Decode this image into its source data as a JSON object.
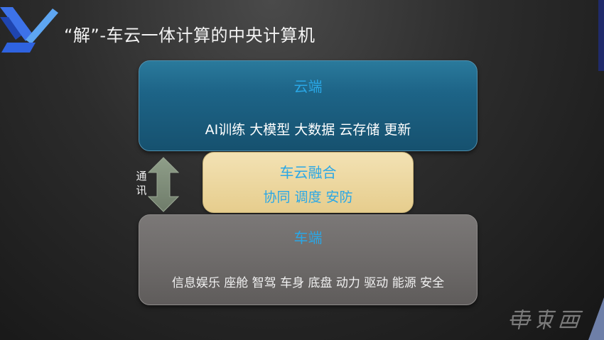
{
  "title": "“解”-车云一体计算的中央计算机",
  "colors": {
    "accent_blue": "#2aa7e6",
    "cloud_box": "#1d6487",
    "fusion_box": "#e6cd8d",
    "vehicle_box": "#6e6b6a",
    "logo_blue": "#2f63e0",
    "logo_light": "#5aa0f0"
  },
  "comm_label": "通讯",
  "layers": {
    "cloud": {
      "heading": "云端",
      "items": "AI训练  大模型 大数据  云存储 更新"
    },
    "fusion": {
      "heading": "车云融合",
      "items": "协同   调度  安防"
    },
    "vehicle": {
      "heading": "车端",
      "items": "信息娱乐 座舱  智驾 车身 底盘 动力 驱动 能源 安全"
    }
  },
  "watermark": "车东西",
  "icons": {
    "logo": "logo-mark-icon",
    "arrow": "double-arrow-icon"
  }
}
